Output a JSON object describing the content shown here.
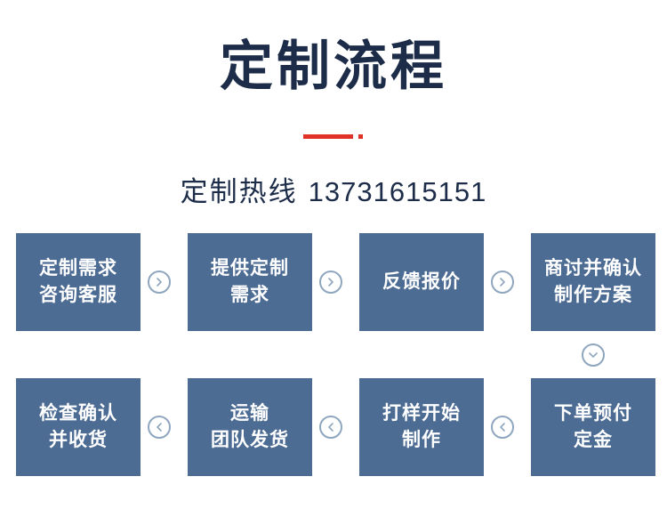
{
  "header": {
    "title": "定制流程",
    "hotline_label": "定制热线",
    "hotline_number": "13731615151",
    "accent_color": "#e03127",
    "title_color": "#1d2d49"
  },
  "flow": {
    "box_color": "#4d6c94",
    "arrow_color": "#8fa6bf",
    "steps": [
      {
        "id": 1,
        "text": "定制需求\n咨询客服",
        "row": 1,
        "col": 1
      },
      {
        "id": 2,
        "text": "提供定制\n需求",
        "row": 1,
        "col": 2
      },
      {
        "id": 3,
        "text": "反馈报价",
        "row": 1,
        "col": 3
      },
      {
        "id": 4,
        "text": "商讨并确认\n制作方案",
        "row": 1,
        "col": 4
      },
      {
        "id": 5,
        "text": "检查确认\n并收货",
        "row": 2,
        "col": 1
      },
      {
        "id": 6,
        "text": "运输\n团队发货",
        "row": 2,
        "col": 2
      },
      {
        "id": 7,
        "text": "打样开始\n制作",
        "row": 2,
        "col": 3
      },
      {
        "id": 8,
        "text": "下单预付\n定金",
        "row": 2,
        "col": 4
      }
    ],
    "connectors": [
      {
        "id": "c1",
        "direction": "right",
        "from": 1,
        "to": 2
      },
      {
        "id": "c2",
        "direction": "right",
        "from": 2,
        "to": 3
      },
      {
        "id": "c3",
        "direction": "right",
        "from": 3,
        "to": 4
      },
      {
        "id": "c4",
        "direction": "down",
        "from": 4,
        "to": 8
      },
      {
        "id": "c5",
        "direction": "left",
        "from": 8,
        "to": 7
      },
      {
        "id": "c6",
        "direction": "left",
        "from": 7,
        "to": 6
      },
      {
        "id": "c7",
        "direction": "left",
        "from": 6,
        "to": 5
      }
    ]
  }
}
